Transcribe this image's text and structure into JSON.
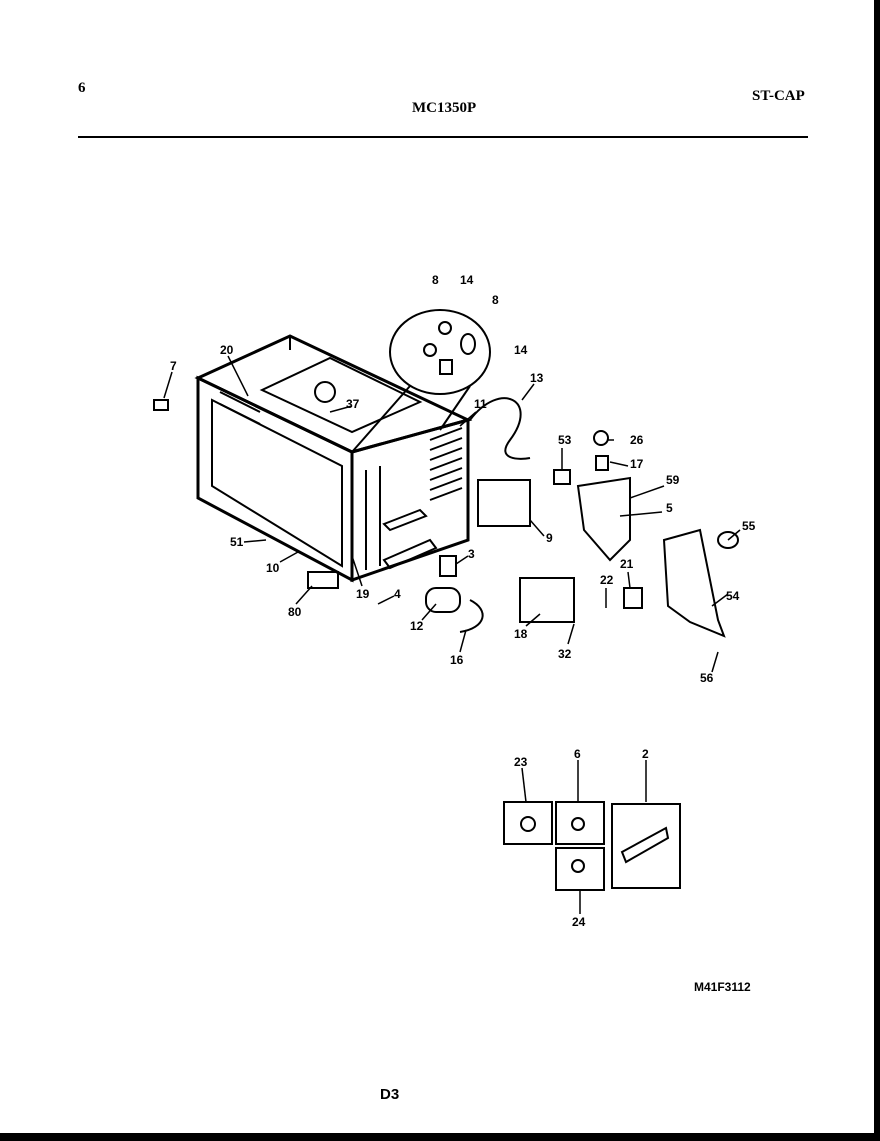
{
  "header": {
    "page_number": "6",
    "model": "MC1350P",
    "category": "ST-CAP"
  },
  "callouts": [
    "7",
    "20",
    "8",
    "14",
    "8",
    "14",
    "13",
    "11",
    "37",
    "53",
    "26",
    "17",
    "59",
    "5",
    "55",
    "9",
    "3",
    "51",
    "10",
    "19",
    "4",
    "12",
    "16",
    "80",
    "18",
    "32",
    "22",
    "21",
    "54",
    "56",
    "23",
    "6",
    "2",
    "24"
  ],
  "footer": {
    "drawing_code": "M41F3112",
    "page_code": "D3"
  }
}
